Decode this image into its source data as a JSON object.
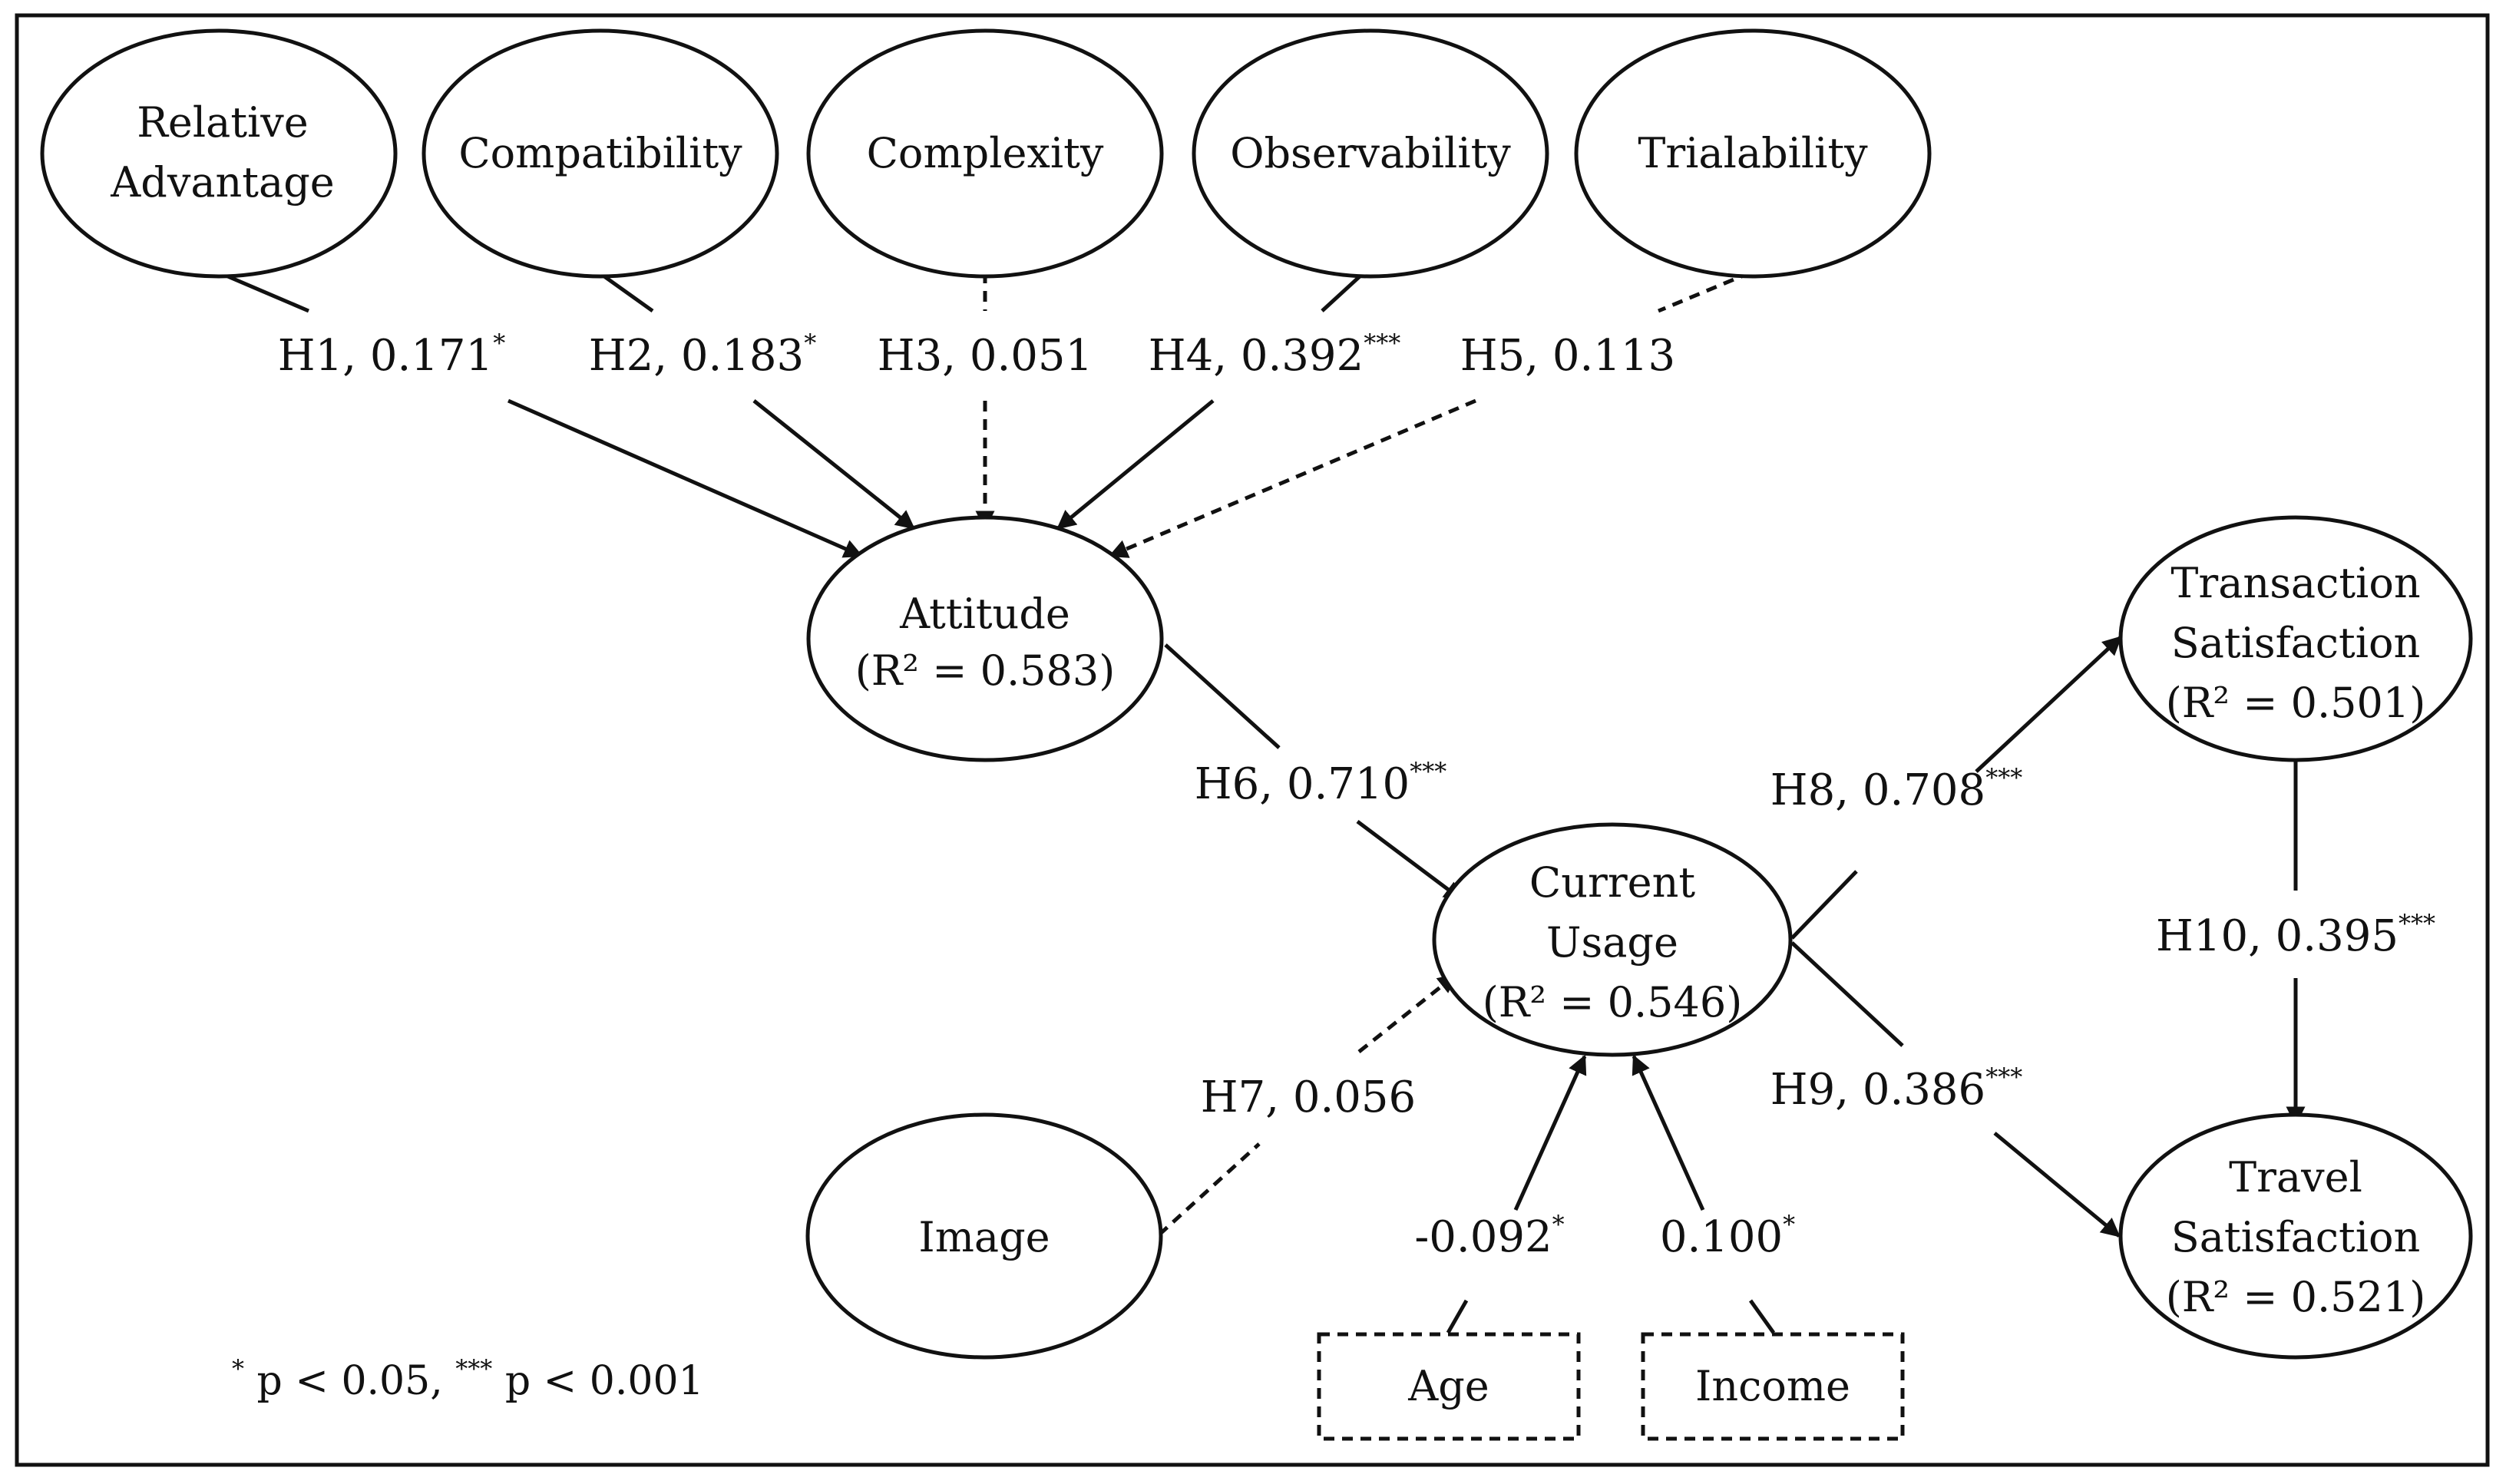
{
  "nodes": {
    "relative_advantage": {
      "line1": "Relative",
      "line2": "Advantage"
    },
    "compatibility": {
      "label": "Compatibility"
    },
    "complexity": {
      "label": "Complexity"
    },
    "observability": {
      "label": "Observability"
    },
    "trialability": {
      "label": "Trialability"
    },
    "attitude": {
      "label": "Attitude",
      "r2": "(R² = 0.583)"
    },
    "current_usage": {
      "line1": "Current",
      "line2": "Usage",
      "r2": "(R² = 0.546)"
    },
    "image": {
      "label": "Image"
    },
    "transaction_satisfaction": {
      "line1": "Transaction",
      "line2": "Satisfaction",
      "r2": "(R² = 0.501)"
    },
    "travel_satisfaction": {
      "line1": "Travel",
      "line2": "Satisfaction",
      "r2": "(R² = 0.521)"
    },
    "age": {
      "label": "Age"
    },
    "income": {
      "label": "Income"
    }
  },
  "paths": {
    "h1": {
      "label": "H1, 0.171",
      "sig": "*",
      "significant": true
    },
    "h2": {
      "label": "H2, 0.183",
      "sig": "*",
      "significant": true
    },
    "h3": {
      "label": "H3, 0.051",
      "sig": "",
      "significant": false
    },
    "h4": {
      "label": "H4, 0.392",
      "sig": "***",
      "significant": true
    },
    "h5": {
      "label": "H5, 0.113",
      "sig": "",
      "significant": false
    },
    "h6": {
      "label": "H6, 0.710",
      "sig": "***",
      "significant": true
    },
    "h7": {
      "label": "H7, 0.056",
      "sig": "",
      "significant": false
    },
    "h8": {
      "label": "H8, 0.708",
      "sig": "***",
      "significant": true
    },
    "h9": {
      "label": "H9, 0.386",
      "sig": "***",
      "significant": true
    },
    "h10": {
      "label": "H10, 0.395",
      "sig": "***",
      "significant": true
    },
    "age": {
      "label": "-0.092",
      "sig": "*",
      "significant": true
    },
    "income": {
      "label": "0.100",
      "sig": "*",
      "significant": true
    }
  },
  "legend": {
    "sig1_mark": "*",
    "sig1_text": " p < 0.05,  ",
    "sig2_mark": "***",
    "sig2_text": " p < 0.001"
  }
}
